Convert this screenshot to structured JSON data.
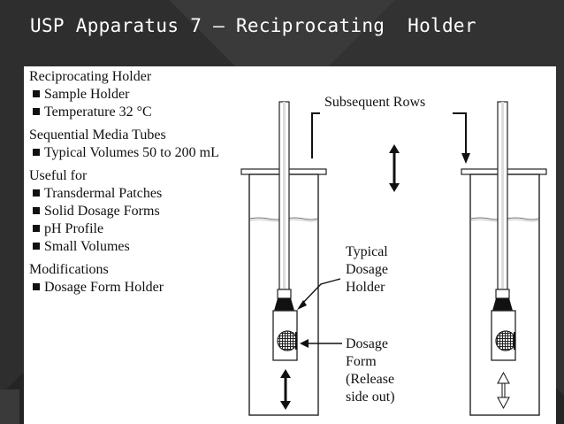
{
  "slide": {
    "title": "USP Apparatus 7 – Reciprocating  Holder"
  },
  "outline": {
    "sections": [
      {
        "heading": "Reciprocating Holder",
        "items": [
          "Sample Holder",
          "Temperature 32 °C"
        ]
      },
      {
        "heading": "Sequential Media Tubes",
        "items": [
          "Typical Volumes 50 to 200 mL"
        ]
      },
      {
        "heading": "Useful for",
        "items": [
          "Transdermal Patches",
          "Solid Dosage Forms",
          "pH Profile",
          "Small Volumes"
        ]
      },
      {
        "heading": "Modifications",
        "items": [
          "Dosage Form Holder"
        ]
      }
    ]
  },
  "diagram": {
    "subsequent_rows": "Subsequent Rows",
    "holder_label": [
      "Typical",
      "Dosage",
      "Holder"
    ],
    "form_label": [
      "Dosage",
      "Form",
      "(Release",
      "side out)"
    ]
  }
}
